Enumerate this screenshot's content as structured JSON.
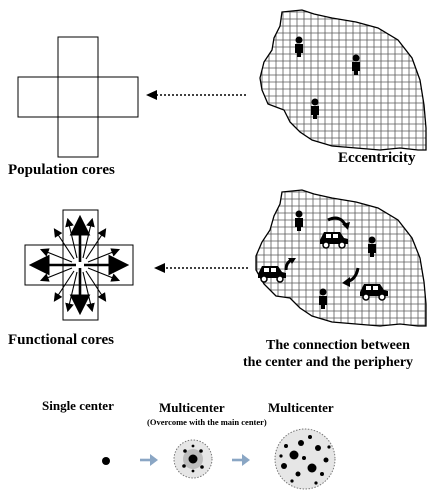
{
  "top_panel": {
    "left_caption": "Population cores",
    "right_caption": "Eccentricity"
  },
  "middle_panel": {
    "left_caption": "Functional cores",
    "right_caption_line1": "The connection between",
    "right_caption_line2": "the center and the periphery"
  },
  "bottom_panel": {
    "single_center_label": "Single center",
    "multicenter_label_1": "Multicenter",
    "multicenter_note": "(Overcome with the main center)",
    "multicenter_label_2": "Multicenter"
  },
  "colors": {
    "ink": "#000000",
    "grid_line": "#5a5a5a",
    "progression_arrow": "#8aa6c4",
    "circle_fill_light": "#e6e6e6",
    "circle_fill_dark": "#bdbdbd"
  },
  "icons": [
    "person-icon",
    "car-icon",
    "curved-arrow-icon",
    "dotted-arrow",
    "grid-map"
  ]
}
